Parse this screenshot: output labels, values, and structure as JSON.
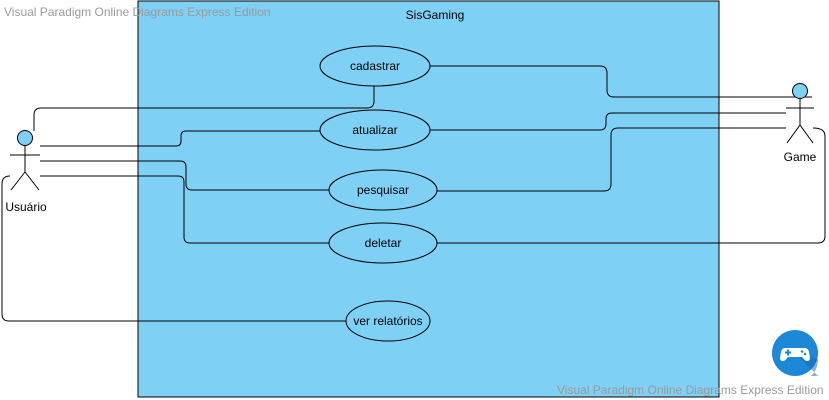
{
  "watermark": "Visual Paradigm Online Diagrams Express Edition",
  "system": {
    "title": "SisGaming"
  },
  "actors": {
    "user": "Usuário",
    "game": "Game"
  },
  "use_cases": {
    "cadastrar": "cadastrar",
    "atualizar": "atualizar",
    "pesquisar": "pesquisar",
    "deletar": "deletar",
    "ver_relatorios": "ver relatórios"
  },
  "colors": {
    "system_fill": "#7fd0f5",
    "system_stroke": "#000000",
    "usecase_fill": "#7fd0f5",
    "actor_head": "#7fd0f5",
    "line": "#000000",
    "watermark": "#9a9a9a",
    "badge": "#1e88d8"
  },
  "icons": {
    "badge": "gamepad-icon"
  }
}
